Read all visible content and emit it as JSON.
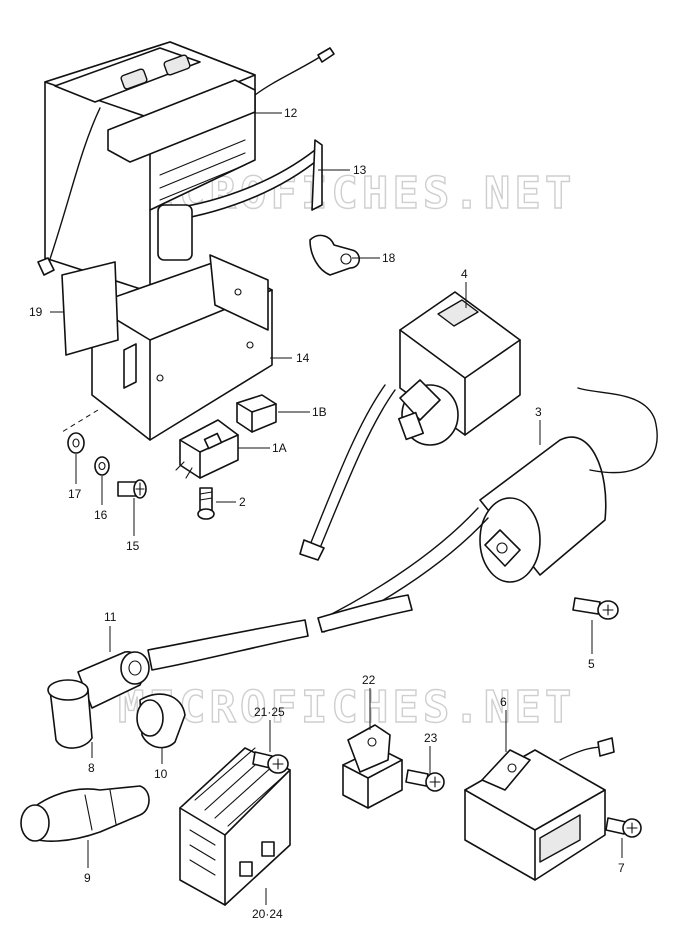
{
  "watermark": "MICROFICHES.NET",
  "callouts": {
    "c1A": "1A",
    "c1B": "1B",
    "c2": "2",
    "c3": "3",
    "c4": "4",
    "c5": "5",
    "c6": "6",
    "c7": "7",
    "c8": "8",
    "c9": "9",
    "c10": "10",
    "c11": "11",
    "c12": "12",
    "c13": "13",
    "c14": "14",
    "c15": "15",
    "c16": "16",
    "c17": "17",
    "c18": "18",
    "c19": "19",
    "c20_24": "20·24",
    "c21_25": "21·25",
    "c22": "22",
    "c23": "23"
  },
  "colors": {
    "ink": "#111111",
    "watermark": "#cfcfcf",
    "background": "#ffffff"
  }
}
